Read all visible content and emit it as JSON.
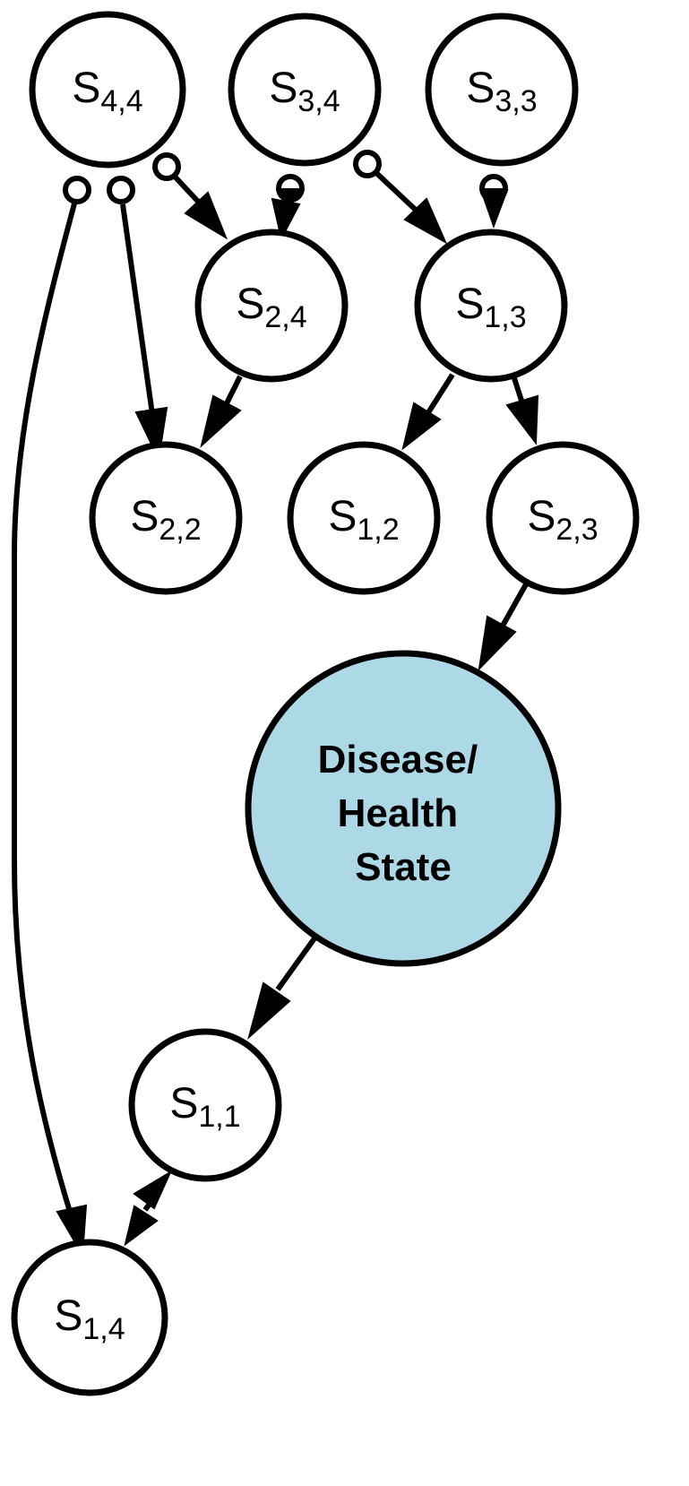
{
  "nodes": {
    "s44": {
      "base": "S",
      "sub": "4,4"
    },
    "s34": {
      "base": "S",
      "sub": "3,4"
    },
    "s33": {
      "base": "S",
      "sub": "3,3"
    },
    "s24": {
      "base": "S",
      "sub": "2,4"
    },
    "s13": {
      "base": "S",
      "sub": "1,3"
    },
    "s22": {
      "base": "S",
      "sub": "2,2"
    },
    "s12": {
      "base": "S",
      "sub": "1,2"
    },
    "s23": {
      "base": "S",
      "sub": "2,3"
    },
    "s11": {
      "base": "S",
      "sub": "1,1"
    },
    "s14": {
      "base": "S",
      "sub": "1,4"
    },
    "focus": {
      "lines": [
        "Disease/",
        "Health",
        "State"
      ]
    }
  },
  "edges": [
    {
      "from": "S4,4",
      "to": "S1,4",
      "tail": "open-circle"
    },
    {
      "from": "S4,4",
      "to": "S2,2",
      "tail": "open-circle"
    },
    {
      "from": "S4,4",
      "to": "S2,4",
      "tail": "open-circle"
    },
    {
      "from": "S3,4",
      "to": "S2,4",
      "tail": "half-filled-circle"
    },
    {
      "from": "S3,4",
      "to": "S1,3",
      "tail": "open-circle"
    },
    {
      "from": "S3,3",
      "to": "S1,3",
      "tail": "half-filled-circle"
    },
    {
      "from": "S2,4",
      "to": "S2,2",
      "tail": "none"
    },
    {
      "from": "S1,3",
      "to": "S1,2",
      "tail": "none"
    },
    {
      "from": "S1,3",
      "to": "S2,3",
      "tail": "none"
    },
    {
      "from": "S2,3",
      "to": "Disease/ Health State",
      "tail": "none"
    },
    {
      "from": "Disease/ Health State",
      "to": "S1,1",
      "tail": "none"
    },
    {
      "from": "S1,1",
      "to": "S1,4",
      "tail": "none",
      "bidirectional": true
    }
  ],
  "colors": {
    "focus_fill": "#add8e6",
    "node_fill": "#ffffff",
    "stroke": "#000000"
  }
}
